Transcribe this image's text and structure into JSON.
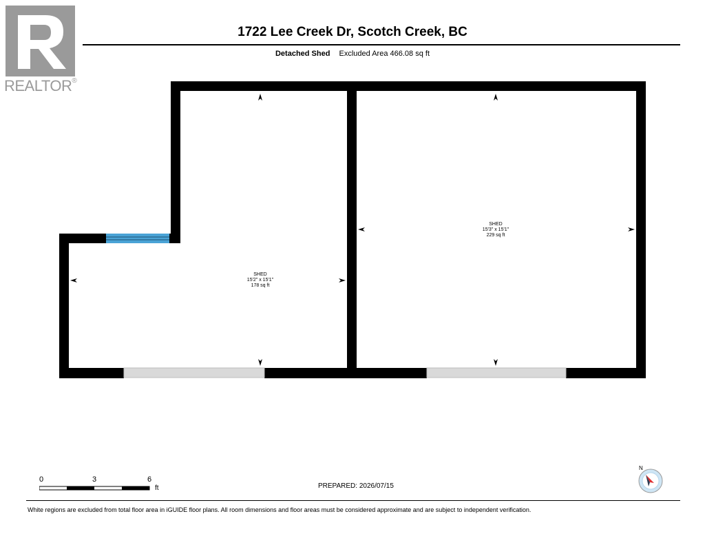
{
  "logo": {
    "text": "REALTOR",
    "reg_mark": "®",
    "letter": "R"
  },
  "header": {
    "title": "1722 Lee Creek Dr, Scotch Creek, BC",
    "building": "Detached Shed",
    "area_label": "Excluded Area 466.08 sq ft"
  },
  "rooms": [
    {
      "name": "SHED",
      "dimensions": "15'2\" x 15'1\"",
      "area": "178 sq ft"
    },
    {
      "name": "SHED",
      "dimensions": "15'3\" x 15'1\"",
      "area": "229 sq ft"
    }
  ],
  "scale": {
    "labels": [
      "0",
      "3",
      "6"
    ],
    "unit": "ft"
  },
  "prepared": "PREPARED: 2026/07/15",
  "disclaimer": "White regions are excluded from total floor area in iGUIDE floor plans. All room dimensions and floor areas must be considered approximate and are subject to independent verification.",
  "compass": {
    "label": "N"
  },
  "colors": {
    "wall": "#000000",
    "window": "#4aa3d6",
    "door": "#d9d9d9",
    "logo": "#9a9a9a",
    "compass_needle": "#e03030",
    "compass_bg": "#cfe6f5"
  }
}
